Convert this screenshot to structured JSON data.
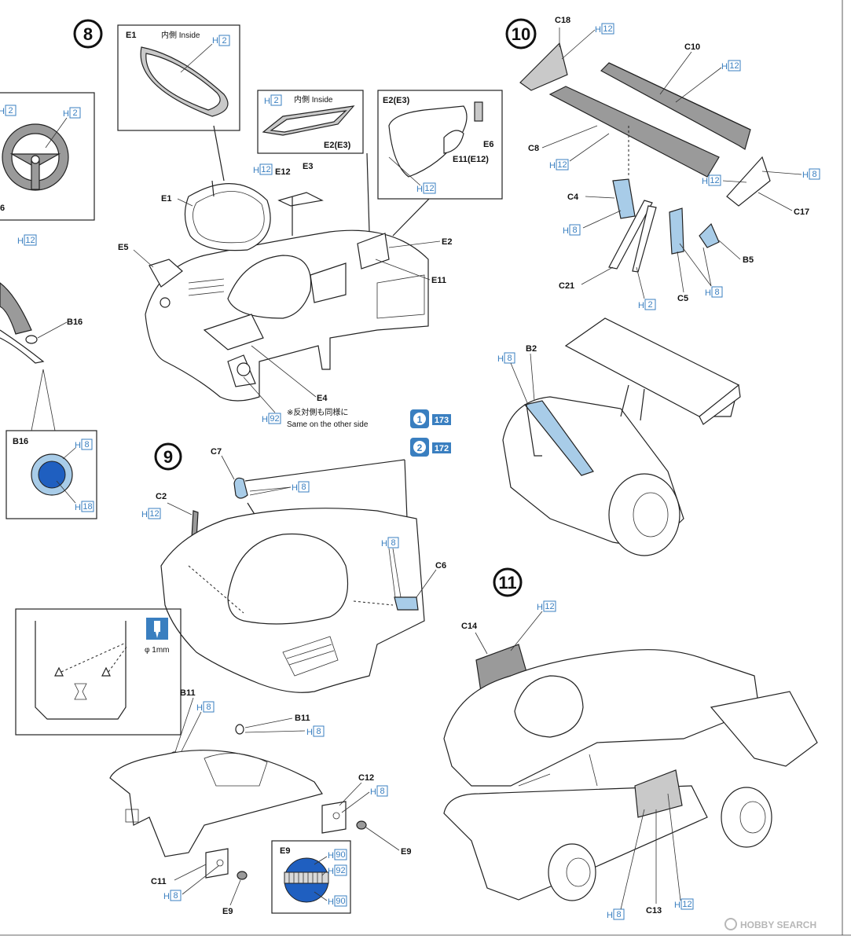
{
  "steps": {
    "s8": "8",
    "s9": "9",
    "s10": "10",
    "s11": "11"
  },
  "step8": {
    "e1": "E1",
    "inside_1": "内側 Inside",
    "h2_a": "2",
    "h2_b": "2",
    "inside_2": "内側 Inside",
    "e2e3_top": "E2(E3)",
    "e2e3_mid": "E2(E3)",
    "e6": "E6",
    "e11e12": "E11(E12)",
    "h12_a": "12",
    "h12_b": "12",
    "e12": "E12",
    "e3": "E3",
    "e1_b": "E1",
    "e5": "E5",
    "e2": "E2",
    "e11": "E11",
    "e4": "E4",
    "h92": "92",
    "note_jp": "※反対側も同様に",
    "note_en": "Same on the other side",
    "wheel_h2_a": "2",
    "wheel_h2_b": "2",
    "wheel_6": "6",
    "h12_left": "12",
    "b16": "B16",
    "b16_detail": "B16",
    "h8_detail": "8",
    "h18_detail": "18"
  },
  "ref_badges": {
    "ref1_num": "1",
    "ref1_page": "173",
    "ref2_num": "2",
    "ref2_page": "172"
  },
  "step9": {
    "c7": "C7",
    "h8_c7": "8",
    "c2": "C2",
    "h12_c2": "12",
    "h8_c6": "8",
    "c6": "C6",
    "drill": "φ 1mm",
    "b11_left": "B11",
    "h8_b11_left": "8",
    "b11_right": "B11",
    "h8_b11_right": "8",
    "c12": "C12",
    "h8_c12": "8",
    "e9_right": "E9",
    "c11": "C11",
    "h8_c11": "8",
    "e9_bottom": "E9",
    "e9_detail": "E9",
    "h90_a": "90",
    "h92_detail": "92",
    "h90_b": "90"
  },
  "step10": {
    "c18": "C18",
    "h12_c18": "12",
    "c10": "C10",
    "h12_c10": "12",
    "c8": "C8",
    "h12_c8": "12",
    "h8_c17": "8",
    "h12_c17": "12",
    "c17": "C17",
    "c4": "C4",
    "h8_c4": "8",
    "b5": "B5",
    "c21": "C21",
    "h2_c21": "2",
    "c5": "C5",
    "h8_c5": "8",
    "b2": "B2",
    "h8_b2": "8"
  },
  "step11": {
    "h12_c14": "12",
    "c14": "C14",
    "h8_c13": "8",
    "c13": "C13",
    "h12_c13": "12"
  },
  "watermark": "HOBBY SEARCH",
  "colors": {
    "paint_ref": "#3a7fc0",
    "part_blue": "#a8cce8",
    "deep_blue": "#1f5fc0",
    "part_grey": "#9a9a9a"
  }
}
